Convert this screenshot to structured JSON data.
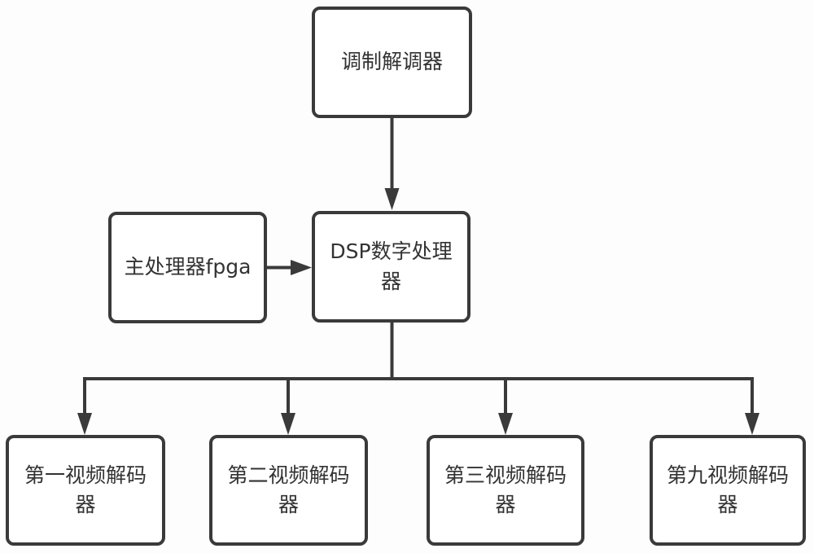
{
  "diagram": {
    "nodes": [
      {
        "id": "modem",
        "label": "调制解调器"
      },
      {
        "id": "fpga",
        "label": "主处理器fpga"
      },
      {
        "id": "dsp",
        "label": "DSP数字处理器"
      },
      {
        "id": "decoder-1",
        "label": "第一视频解码器"
      },
      {
        "id": "decoder-2",
        "label": "第二视频解码器"
      },
      {
        "id": "decoder-3",
        "label": "第三视频解码器"
      },
      {
        "id": "decoder-9",
        "label": "第九视频解码器"
      }
    ],
    "edges": [
      {
        "from": "modem",
        "to": "dsp",
        "type": "arrow"
      },
      {
        "from": "fpga",
        "to": "dsp",
        "type": "arrow"
      },
      {
        "from": "dsp",
        "to": "decoder-1",
        "type": "arrow"
      },
      {
        "from": "dsp",
        "to": "decoder-2",
        "type": "arrow"
      },
      {
        "from": "dsp",
        "to": "decoder-3",
        "type": "arrow"
      },
      {
        "from": "dsp",
        "to": "decoder-9",
        "type": "arrow"
      }
    ],
    "colors": {
      "line": "#3a3a3a",
      "node_border": "#3a3a3a",
      "node_bg": "#ffffff",
      "text": "#333333",
      "background": "#fdfdfd"
    }
  }
}
